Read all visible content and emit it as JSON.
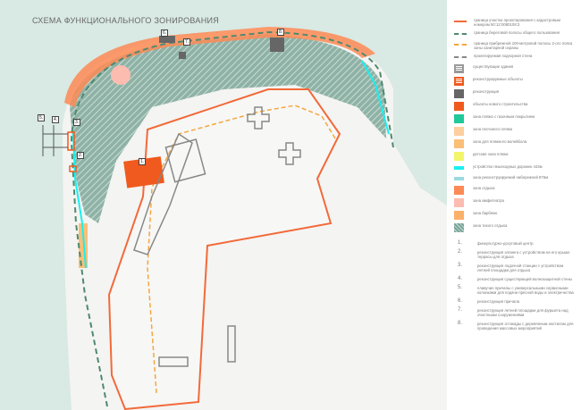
{
  "title": "СХЕМА ФУНКЦИОНАЛЬНОГО ЗОНИРОВАНИЯ",
  "colors": {
    "boundary": "#f26a3a",
    "shore_strip": "#4e8a6e",
    "sanitary": "#f5a640",
    "new_build": "#f05a1e",
    "water": "#cfe3dc",
    "embankment": "#1de0e0"
  },
  "legend": [
    {
      "type": "line",
      "color": "#f26a3a",
      "label": "граница участка проектирования с кадастровым номером 50:12:0080108:3"
    },
    {
      "type": "dash",
      "color": "#4e8a6e",
      "label": "граница береговой полосы общего пользования"
    },
    {
      "type": "dash",
      "color": "#f5a640",
      "label": "граница прибрежной 100-метровой полосы 2-ого пояса зоны санитарной охраны"
    },
    {
      "type": "dash",
      "color": "#888888",
      "label": "проектируемая подпорная стена"
    },
    {
      "type": "box",
      "color": "#999999",
      "label": "существующие здания"
    },
    {
      "type": "box",
      "color": "#f05a1e",
      "label": "реконструируемые объекты"
    },
    {
      "type": "fill",
      "color": "#666666",
      "label": "реконструкция"
    },
    {
      "type": "fill",
      "color": "#f05a1e",
      "label": "объекты нового строительства"
    },
    {
      "type": "fill",
      "color": "#1fc99a",
      "label": "зона пляжа с газонным покрытием"
    },
    {
      "type": "fill",
      "color": "#fdcf9e",
      "label": "зона песчаного пляжа"
    },
    {
      "type": "fill",
      "color": "#fbbf78",
      "label": "зона для пляжного волейбола"
    },
    {
      "type": "fill",
      "color": "#f3f56a",
      "label": "детская зона пляжа"
    },
    {
      "type": "bar",
      "color": "#18f0f0",
      "label": "устройство пешеходных дорожек 443м"
    },
    {
      "type": "bar",
      "color": "#9ad9dd",
      "label": "зона реконструируемой набережной 876м"
    },
    {
      "type": "fill",
      "color": "#fd8a55",
      "label": "зона отдыха"
    },
    {
      "type": "fill",
      "color": "#fdbcb0",
      "label": "зона амфитеатра"
    },
    {
      "type": "fill",
      "color": "#fdb06a",
      "label": "зона барбекю"
    },
    {
      "type": "hatch",
      "color": "#7aa598",
      "label": "зона тихого отдыха"
    }
  ],
  "numbered": [
    {
      "n": "1.",
      "label": "физкультурно-досуговый центр"
    },
    {
      "n": "2.",
      "label": "реконструкция эллинга с устройством на его крыше террасы для отдыха"
    },
    {
      "n": "3.",
      "label": "реконструкция лодочной станции с устройством летней площадки для отдыха"
    },
    {
      "n": "4.",
      "label": "реконструкция существующей волнозащитной стены"
    },
    {
      "n": "5.",
      "label": "плавучие причалы с универсальными сервисными колонками для подачи пресной воды и электричества"
    },
    {
      "n": "6.",
      "label": "реконструкция причала"
    },
    {
      "n": "7.",
      "label": "реконструкция летней площадки для фуршета над очистными сооружениями"
    },
    {
      "n": "8.",
      "label": "реконструкция эстакады с деревянным настилом для проведения массовых мероприятий"
    }
  ],
  "map_labels": [
    "1.",
    "2.",
    "3.",
    "4.",
    "5.",
    "6.",
    "7.",
    "8."
  ]
}
